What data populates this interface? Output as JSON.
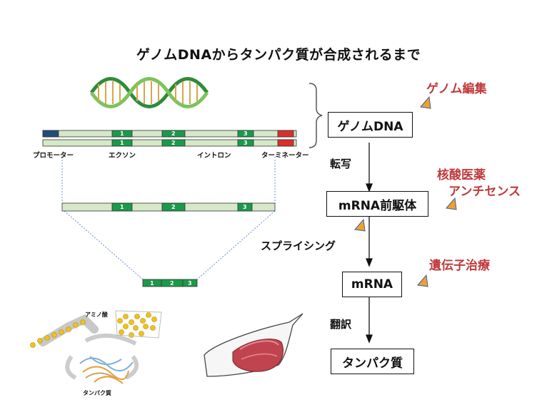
{
  "title": "ゲノムDNAからタンパク質が合成されるまで",
  "flow": {
    "boxes": {
      "genome_dna": "ゲノムDNA",
      "mrna_precursor": "mRNA前駆体",
      "mrna": "mRNA",
      "protein": "タンパク質"
    },
    "steps": {
      "transcription": "転写",
      "splicing": "スプライシング",
      "translation": "翻訳"
    }
  },
  "technologies": {
    "genome_editing": "ゲノム編集",
    "nucleic_acid_drug": "核酸医薬",
    "antisense": "アンチセンス",
    "gene_therapy": "遺伝子治療"
  },
  "gene": {
    "labels": {
      "promoter": "プロモーター",
      "exon": "エクソン",
      "intron": "イントロン",
      "terminator": "ターミネーター"
    },
    "exon_numbers": [
      "1",
      "2",
      "3"
    ]
  },
  "protein_illustration": {
    "amino_acid_label": "アミノ酸",
    "protein_label": "タンパク質"
  },
  "colors": {
    "exon": "#1a9a4a",
    "intron": "#d5e8c8",
    "promoter": "#1f4e79",
    "terminator": "#d9302b",
    "marker": "#f0a030",
    "marker_edge": "#3a5fa0",
    "highlight_text": "#c0393b"
  }
}
